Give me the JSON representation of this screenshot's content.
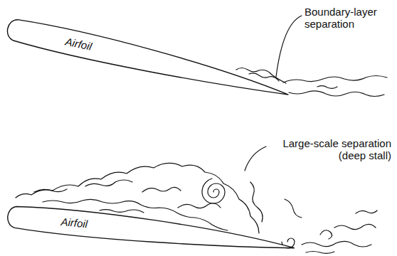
{
  "diagram": {
    "nodes": [
      {
        "text": [
          "Airfoil"
        ]
      },
      {
        "text": [
          "Airfoil"
        ]
      }
    ],
    "labels": [
      "Boundary-layer separation",
      "Large-scale separation (deep stall)"
    ]
  }
}
